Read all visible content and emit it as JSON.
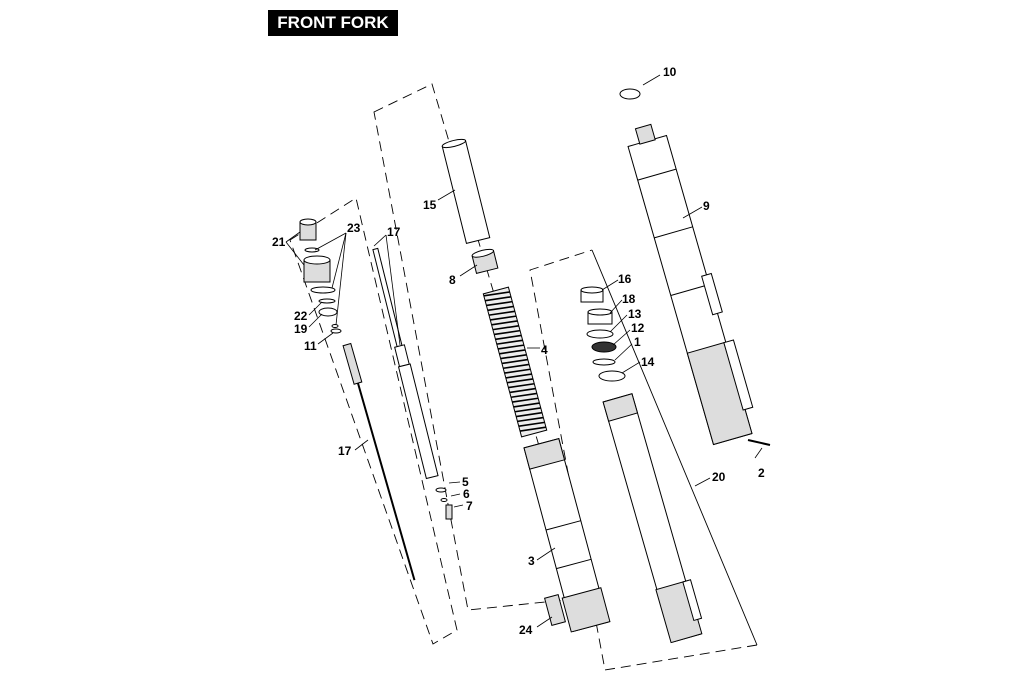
{
  "title": "FRONT FORK",
  "callouts": {
    "c1": "1",
    "c2": "2",
    "c3": "3",
    "c4": "4",
    "c5": "5",
    "c6": "6",
    "c7": "7",
    "c8": "8",
    "c9": "9",
    "c10": "10",
    "c11": "11",
    "c12": "12",
    "c13": "13",
    "c14": "14",
    "c15": "15",
    "c16": "16",
    "c17a": "17",
    "c17b": "17",
    "c18": "18",
    "c19": "19",
    "c20": "20",
    "c21": "21",
    "c22": "22",
    "c23": "23",
    "c24": "24"
  }
}
